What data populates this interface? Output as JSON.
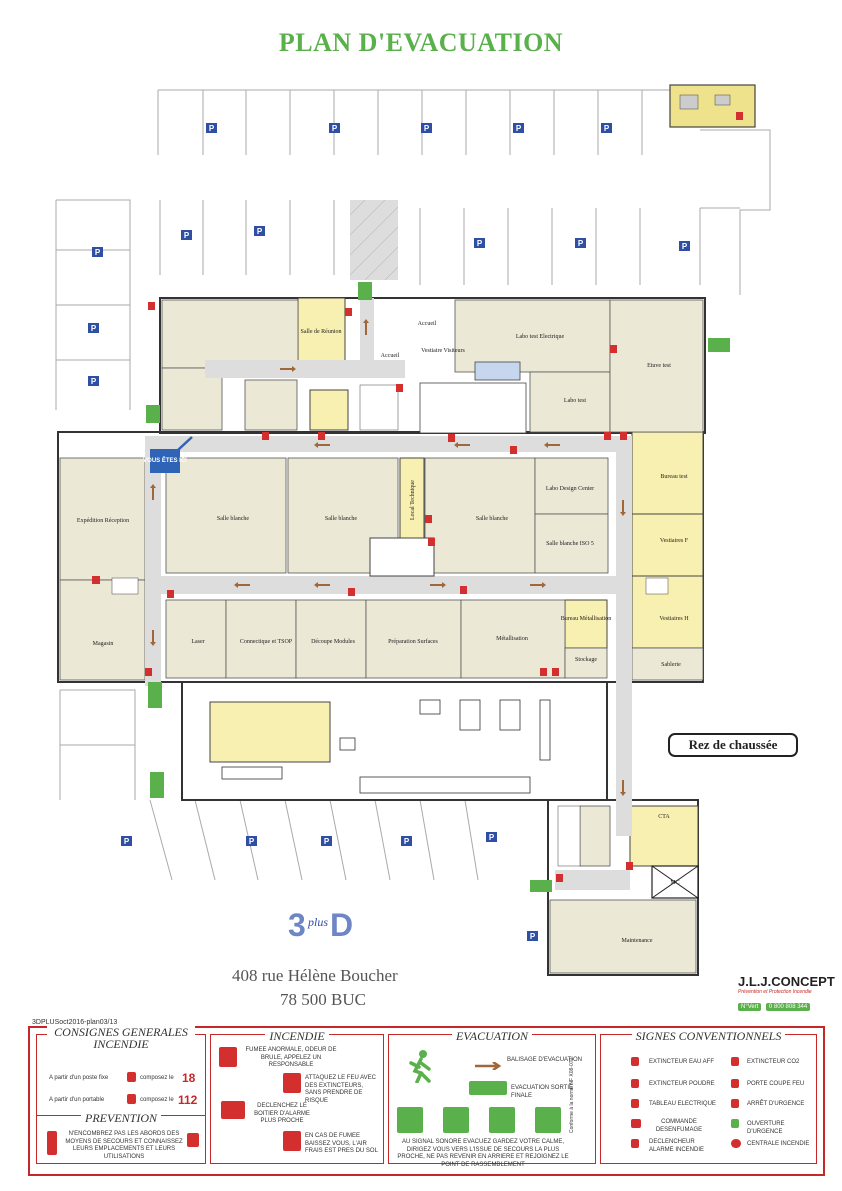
{
  "title": "PLAN D'EVACUATION",
  "rooms": {
    "salle_reunion": "Salle de Réunion",
    "accueil_top": "Accueil",
    "accueil": "Accueil",
    "vestiaire_visiteurs": "Vestiaire Visiteurs",
    "labo_test_elec": "Labo test Electrique",
    "labo_test": "Labo test",
    "etuve_test": "Etuve test",
    "vous_etes_ici": "VOUS ÊTES ICI",
    "expedition": "Expédition Réception",
    "salle_blanche_1": "Salle blanche",
    "salle_blanche_2": "Salle blanche",
    "local_technique": "Local Technique",
    "salle_blanche_3": "Salle blanche",
    "labo_design": "Labo Design Center",
    "salle_blanche_iso": "Salle blanche ISO 5",
    "bureau_test": "Bureau test",
    "vestiaires_f": "Vestiaires F",
    "vestiaires_h": "Vestiaires H",
    "sablerie": "Sablerie",
    "magasin": "Magasin",
    "laser": "Laser",
    "connectique": "Connectique et TSOP",
    "decoupe": "Découpe Modules",
    "preparation": "Préparation Surfaces",
    "metallisation": "Métallisation",
    "bureau_metal": "Bureau Métallisation",
    "stockage": "Stockage",
    "cta": "CTA",
    "mc": "MC",
    "maintenance": "Maintenance"
  },
  "parking_symbol": "P",
  "level_badge": "Rez de chaussée",
  "address": {
    "line1": "408  rue Hélène Boucher",
    "line2": "78 500  BUC"
  },
  "logo_text": "plus",
  "company": {
    "name": "J.L.J.CONCEPT",
    "slogan": "Prévention et Protection Incendie",
    "tel_label": "N°Vert",
    "tel": "0 800 808 344"
  },
  "doc_ref": "3DPLUSoct2016-plan03/13",
  "legend": {
    "consignes": {
      "title": "CONSIGNES GENERALES INCENDIE",
      "poste_fixe": "A partir d'un poste fixe",
      "portable": "A partir d'un portable",
      "compose": "composez le",
      "num_fixe": "18",
      "num_portable": "112"
    },
    "prevention": {
      "title": "PREVENTION",
      "text": "N'ENCOMBREZ PAS LES ABORDS DES MOYENS DE SECOURS ET CONNAISSEZ LEURS EMPLACEMENTS ET LEURS UTILISATIONS"
    },
    "incendie": {
      "title": "INCENDIE",
      "t1": "FUMEE ANORMALE, ODEUR DE BRULE, APPELEZ UN RESPONSABLE",
      "t2": "ATTAQUEZ LE FEU AVEC DES EXTINCTEURS, SANS PRENDRE DE RISQUE",
      "t3": "DECLENCHEZ LE BOITIER D'ALARME PLUS PROCHE",
      "t4": "EN CAS DE FUMEE BAISSEZ VOUS, L'AIR FRAIS EST PRES DU SOL"
    },
    "evacuation": {
      "title": "EVACUATION",
      "balisage": "BALISAGE D'EVACUATION",
      "sortie": "EVACUATION SORTIE FINALE",
      "text": "AU SIGNAL SONORE EVACUEZ GARDEZ VOTRE CALME, DIRIGEZ VOUS VERS L'ISSUE DE SECOURS LA PLUS PROCHE, NE PAS REVENIR EN ARRIERE ET REJOIGNEZ LE POINT DE RASSEMBLEMENT",
      "norme": "Conforme à la norme NF X08-070"
    },
    "signes": {
      "title": "SIGNES CONVENTIONNELS",
      "items": [
        "EXTINCTEUR EAU AFF",
        "EXTINCTEUR CO2",
        "EXTINCTEUR POUDRE",
        "PORTE COUPE FEU",
        "TABLEAU ELECTRIQUE",
        "ARRÊT D'URGENCE",
        "COMMANDE DESENFUMAGE",
        "OUVERTURE D'URGENCE",
        "DECLENCHEUR ALARME INCENDIE",
        "CENTRALE INCENDIE"
      ]
    }
  }
}
